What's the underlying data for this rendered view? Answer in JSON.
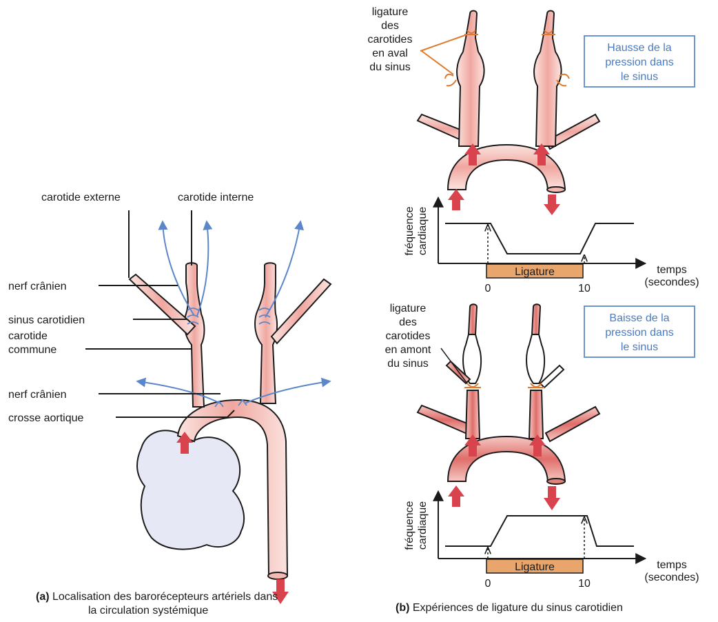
{
  "panel_a": {
    "labels": {
      "carotide_externe": "carotide externe",
      "carotide_interne": "carotide interne",
      "nerf_cranien_1": "nerf  crânien",
      "sinus_carotidien": "sinus carotidien",
      "carotide_commune_1": "carotide",
      "carotide_commune_2": "commune",
      "nerf_cranien_2": "nerf  crânien",
      "crosse_aortique": "crosse aortique"
    },
    "caption_bold": "(a)",
    "caption_line1": " Localisation des barorécepteurs artériels dans",
    "caption_line2": "la circulation systémique"
  },
  "panel_b": {
    "top": {
      "ligature_label": [
        "ligature",
        "des",
        "carotides",
        "en aval",
        "du sinus"
      ],
      "box_lines": [
        "Hausse de la",
        "pression dans",
        "le sinus"
      ],
      "graph": {
        "ylabel_1": "fréquence",
        "ylabel_2": "cardiaque",
        "xlabel_1": "temps",
        "xlabel_2": "(secondes)",
        "bar_label": "Ligature",
        "tick_0": "0",
        "tick_10": "10"
      }
    },
    "bottom": {
      "ligature_label": [
        "ligature",
        "des",
        "carotides",
        "en amont",
        "du sinus"
      ],
      "box_lines": [
        "Baisse de la",
        "pression dans",
        "le sinus"
      ],
      "graph": {
        "ylabel_1": "fréquence",
        "ylabel_2": "cardiaque",
        "xlabel_1": "temps",
        "xlabel_2": "(secondes)",
        "bar_label": "Ligature",
        "tick_0": "0",
        "tick_10": "10"
      }
    },
    "caption_bold": "(b)",
    "caption_rest": " Expériences de ligature du sinus carotidien"
  },
  "colors": {
    "vessel": "#f3b9b3",
    "vessel_dark": "#e0837b",
    "heart": "#e6e8f6",
    "arrow_red": "#d9434e",
    "nerve_blue": "#5b86c9",
    "ligature_orange": "#e07a2e",
    "bar_orange": "#e9a66c",
    "box_blue": "#6b93cf"
  }
}
